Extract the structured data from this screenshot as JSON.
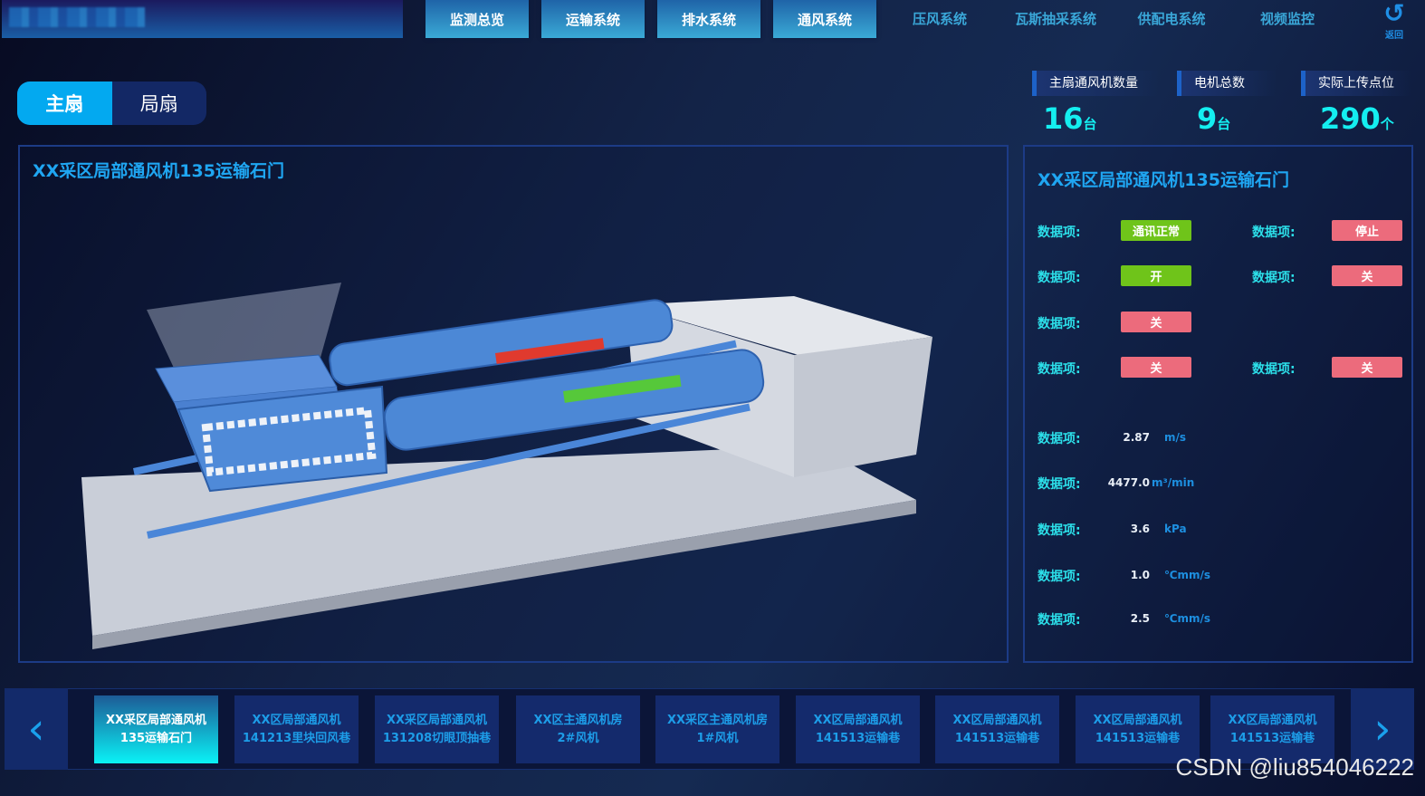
{
  "nav": {
    "tabs": [
      "监测总览",
      "运输系统",
      "排水系统",
      "通风系统"
    ],
    "links": [
      "压风系统",
      "瓦斯抽采系统",
      "供配电系统",
      "视频监控"
    ],
    "return_label": "返回"
  },
  "toggle": {
    "main": "主扇",
    "local": "局扇"
  },
  "stats": [
    {
      "label": "主扇通风机数量",
      "value": "16",
      "unit": "台"
    },
    {
      "label": "电机总数",
      "value": "9",
      "unit": "台"
    },
    {
      "label": "实际上传点位",
      "value": "290",
      "unit": "个"
    }
  ],
  "left_panel": {
    "title": "XX采区局部通风机135运输石门"
  },
  "right_panel": {
    "title": "XX采区局部通风机135运输石门",
    "status_rows": [
      [
        {
          "label": "数据项:",
          "value": "通讯正常",
          "color": "green"
        },
        {
          "label": "数据项:",
          "value": "停止",
          "color": "red"
        }
      ],
      [
        {
          "label": "数据项:",
          "value": "开",
          "color": "green"
        },
        {
          "label": "数据项:",
          "value": "关",
          "color": "red"
        }
      ],
      [
        {
          "label": "数据项:",
          "value": "关",
          "color": "red"
        }
      ],
      [
        {
          "label": "数据项:",
          "value": "关",
          "color": "red"
        },
        {
          "label": "数据项:",
          "value": "关",
          "color": "red"
        }
      ]
    ],
    "numeric_rows": [
      {
        "label": "数据项:",
        "value": "2.87",
        "unit": "m/s"
      },
      {
        "label": "数据项:",
        "value": "4477.0",
        "unit": "m³/min"
      },
      {
        "label": "数据项:",
        "value": "3.6",
        "unit": "kPa"
      },
      {
        "label": "数据项:",
        "value": "1.0",
        "unit": "℃mm/s"
      },
      {
        "label": "数据项:",
        "value": "2.5",
        "unit": "℃mm/s"
      }
    ]
  },
  "carousel": [
    [
      "XX采区局部通风机",
      "135运输石门"
    ],
    [
      "XX区局部通风机",
      "141213里块回风巷"
    ],
    [
      "XX采区局部通风机",
      "131208切眼顶抽巷"
    ],
    [
      "XX区主通风机房",
      "2#风机"
    ],
    [
      "XX采区主通风机房",
      "1#风机"
    ],
    [
      "XX区局部通风机",
      "141513运输巷"
    ],
    [
      "XX区局部通风机",
      "141513运输巷"
    ],
    [
      "XX区局部通风机",
      "141513运输巷"
    ],
    [
      "XX区局部通风机",
      "141513运输巷"
    ]
  ],
  "watermark": "CSDN @liu854046222"
}
